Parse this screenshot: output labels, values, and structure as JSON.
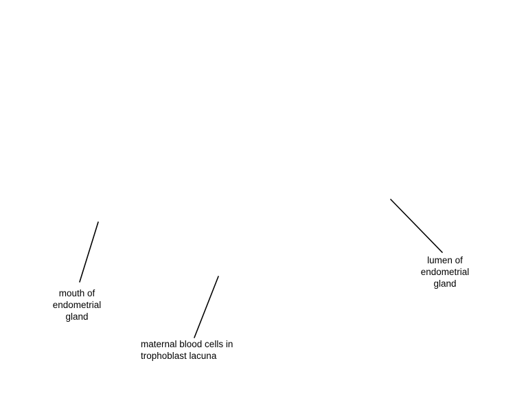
{
  "labels": {
    "mouth_gland": "mouth of endometrial gland",
    "blood_cells": "maternal blood cells in trophoblast lacuna",
    "lumen_gland": "lumen of endometrial gland"
  },
  "colors": {
    "background": "#ffffff",
    "ink": "#000000"
  }
}
